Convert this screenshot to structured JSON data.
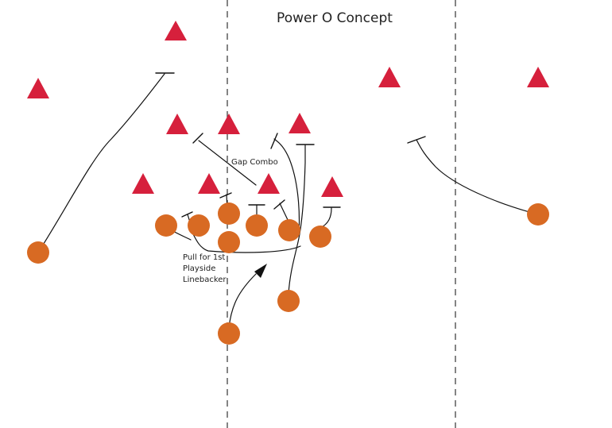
{
  "diagram": {
    "title": "Power O Concept",
    "labels": {
      "gap_combo": "Gap Combo",
      "pull_line1": "Pull for 1st",
      "pull_line2": "Playside",
      "pull_line3": "Linebacker"
    },
    "colors": {
      "defense": "#d6203c",
      "offense": "#d86a23",
      "lines": "#111111",
      "yard_lines": "#333333",
      "background": "#ffffff"
    },
    "legend_symbols": {
      "defender": "red-triangle",
      "offensive_player": "orange-circle",
      "block": "t-bar"
    }
  }
}
